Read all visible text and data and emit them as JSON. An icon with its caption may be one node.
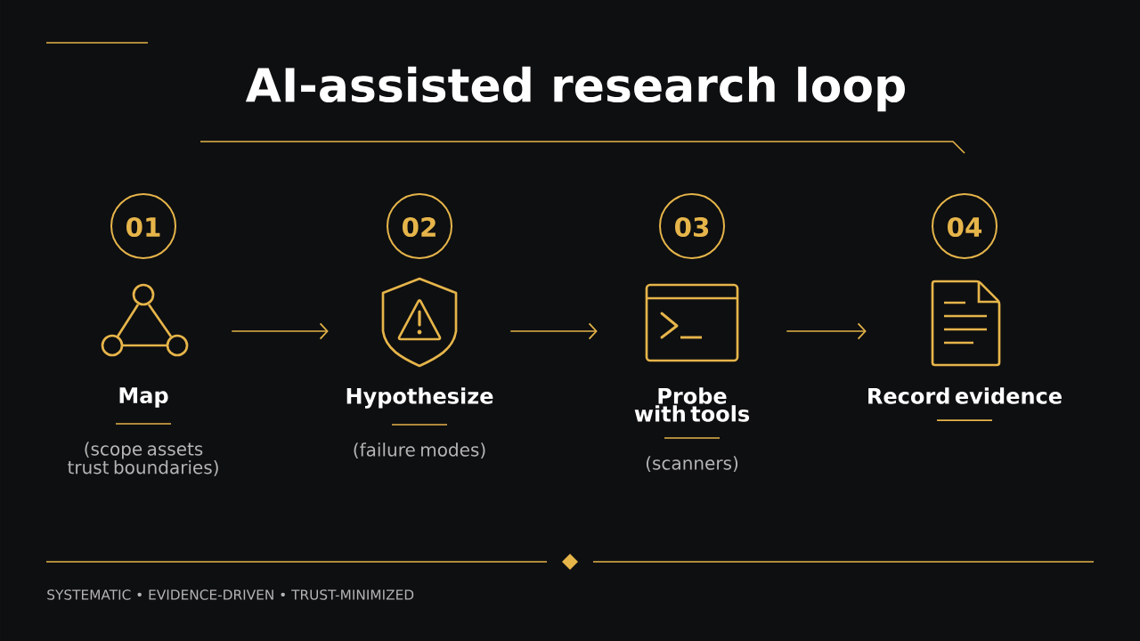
{
  "diagram": {
    "title": "AI-assisted research loop",
    "nodes": [
      {
        "text": [
          "01",
          "Map",
          "(scope assets trust boundaries)"
        ]
      },
      {
        "text": [
          "02",
          "Hypothesize",
          "(failure modes)"
        ]
      },
      {
        "text": [
          "03",
          "Probe with tools",
          "(scanners)"
        ]
      },
      {
        "text": [
          "04",
          "Record evidence"
        ]
      }
    ],
    "edges": [
      {
        "from": 0,
        "to": 1,
        "arrow": "to"
      },
      {
        "from": 1,
        "to": 2,
        "arrow": "to"
      },
      {
        "from": 2,
        "to": 3,
        "arrow": "to"
      }
    ],
    "labels": [
      "SYSTEMATIC • EVIDENCE-DRIVEN • TRUST-MINIMIZED"
    ]
  }
}
